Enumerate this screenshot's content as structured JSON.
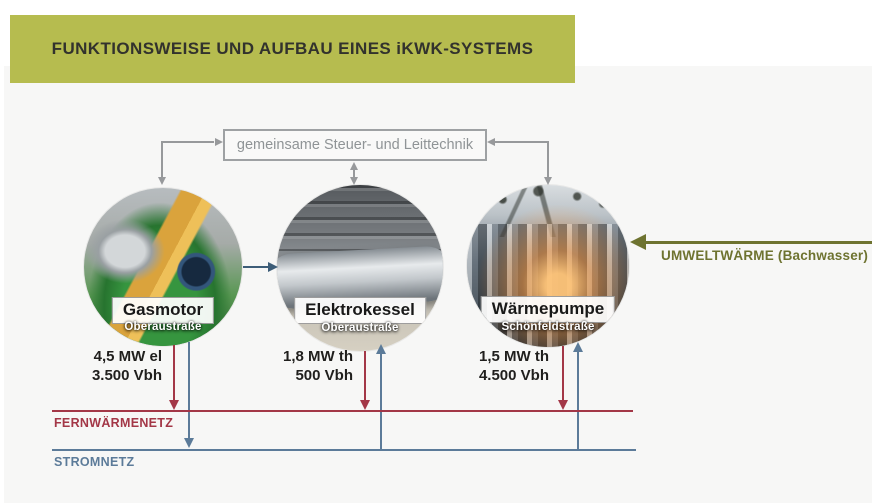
{
  "title": {
    "text": "FUNKTIONSWEISE UND AUFBAU EINES iKWK-SYSTEMS"
  },
  "control_box": {
    "label": "gemeinsame Steuer- und Leittechnik"
  },
  "units": [
    {
      "name": "Gasmotor",
      "location": "Oberaustraße",
      "capacity": "4,5 MW el",
      "full_load_hours": "3.500 Vbh"
    },
    {
      "name": "Elektrokessel",
      "location": "Oberaustraße",
      "capacity": "1,8 MW th",
      "full_load_hours": "500 Vbh"
    },
    {
      "name": "Wärmepumpe",
      "location": "Schönfeldstraße",
      "capacity": "1,5 MW th",
      "full_load_hours": "4.500 Vbh"
    }
  ],
  "environment_input": {
    "label": "UMWELTWÄRME (Bachwasser)"
  },
  "networks": {
    "heat": "FERNWÄRMENETZ",
    "power": "STROMNETZ"
  },
  "colors": {
    "olive": "#b6bc4f",
    "olive-dark": "#6e7330",
    "gray-line": "#97999b",
    "box-border": "#9ea1a3",
    "box-text": "#8f9496",
    "red": "#a33747",
    "steel": "#5c7b99",
    "steel-dark": "#3d5d78",
    "bg": "#f7f7f6",
    "ink": "#201f1d"
  }
}
